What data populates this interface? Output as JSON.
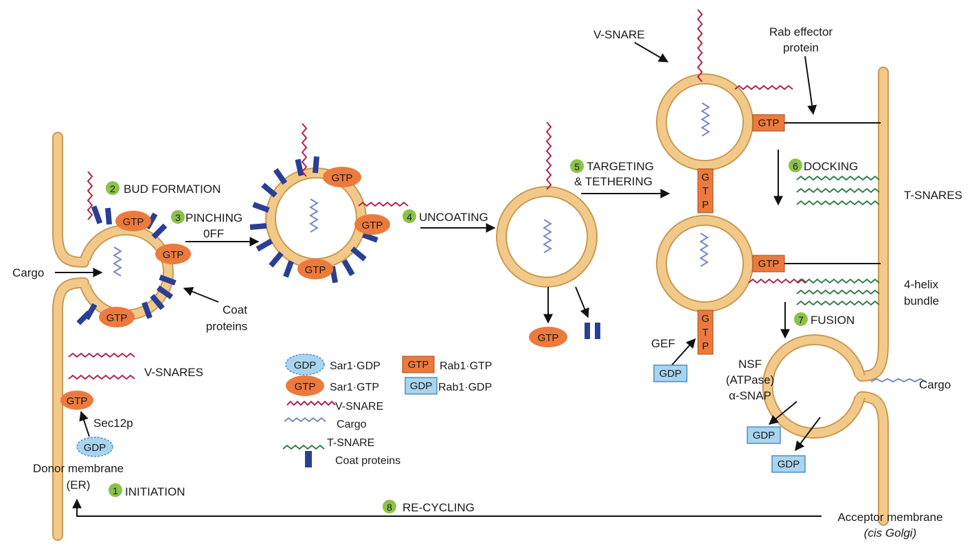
{
  "colors": {
    "membrane": "#f3c98a",
    "membrane_stroke": "#c89a52",
    "gtp_fill": "#ec7a3c",
    "gdp_fill": "#a8d4ef",
    "gdp_stroke": "#4a8ec0",
    "vsnare": "#b0224a",
    "tsnare": "#2e7d46",
    "cargo": "#7a86c6",
    "coat": "#2a3f94",
    "step_badge": "#8ac24a",
    "arrow": "#111111"
  },
  "icons": {
    "gtp_oval": "orange-oval-gtp-icon",
    "gdp_oval": "blue-oval-gdp-icon",
    "gtp_box": "orange-box-gtp-icon",
    "gdp_box": "blue-box-gdp-icon",
    "vsnare": "red-wavy-line-icon",
    "cargo": "blue-wavy-line-icon",
    "tsnare": "green-wavy-line-icon",
    "coat": "blue-rectangle-icon"
  },
  "pills": {
    "gtp": "GTP",
    "gdp": "GDP"
  },
  "gtp_vertical": [
    "G",
    "T",
    "P"
  ],
  "labels": {
    "cargo_left": "Cargo",
    "coat_proteins": [
      "Coat",
      "proteins"
    ],
    "v_snares": "V-SNARES",
    "sec12p": "Sec12p",
    "donor_membrane": [
      "Donor membrane",
      "(ER)"
    ],
    "v_snare_top": "V-SNARE",
    "rab_effector": [
      "Rab effector",
      "protein"
    ],
    "t_snares": "T-SNARES",
    "four_helix": [
      "4-helix",
      "bundle"
    ],
    "cargo_right": "Cargo",
    "gef": "GEF",
    "nsf": [
      "NSF",
      "(ATPase)",
      "α-SNAP"
    ],
    "acceptor_membrane": "Acceptor membrane",
    "cis_golgi": "(cis Golgi)"
  },
  "steps": [
    {
      "num": "1",
      "text": [
        "INITIATION"
      ]
    },
    {
      "num": "2",
      "text": [
        "BUD FORMATION"
      ]
    },
    {
      "num": "3",
      "text": [
        "PINCHING",
        "0FF"
      ]
    },
    {
      "num": "4",
      "text": [
        "UNCOATING"
      ]
    },
    {
      "num": "5",
      "text": [
        "TARGETING",
        "& TETHERING"
      ]
    },
    {
      "num": "6",
      "text": [
        "DOCKING"
      ]
    },
    {
      "num": "7",
      "text": [
        "FUSION"
      ]
    },
    {
      "num": "8",
      "text": [
        "RE-CYCLING"
      ]
    }
  ],
  "legend": {
    "sar1_gdp": "Sar1·GDP",
    "sar1_gtp": "Sar1·GTP",
    "rab1_gtp": "Rab1·GTP",
    "rab1_gdp": "Rab1·GDP",
    "v_snare": "V-SNARE",
    "cargo": "Cargo",
    "t_snare": "T-SNARE",
    "coat_proteins": "Coat proteins"
  }
}
